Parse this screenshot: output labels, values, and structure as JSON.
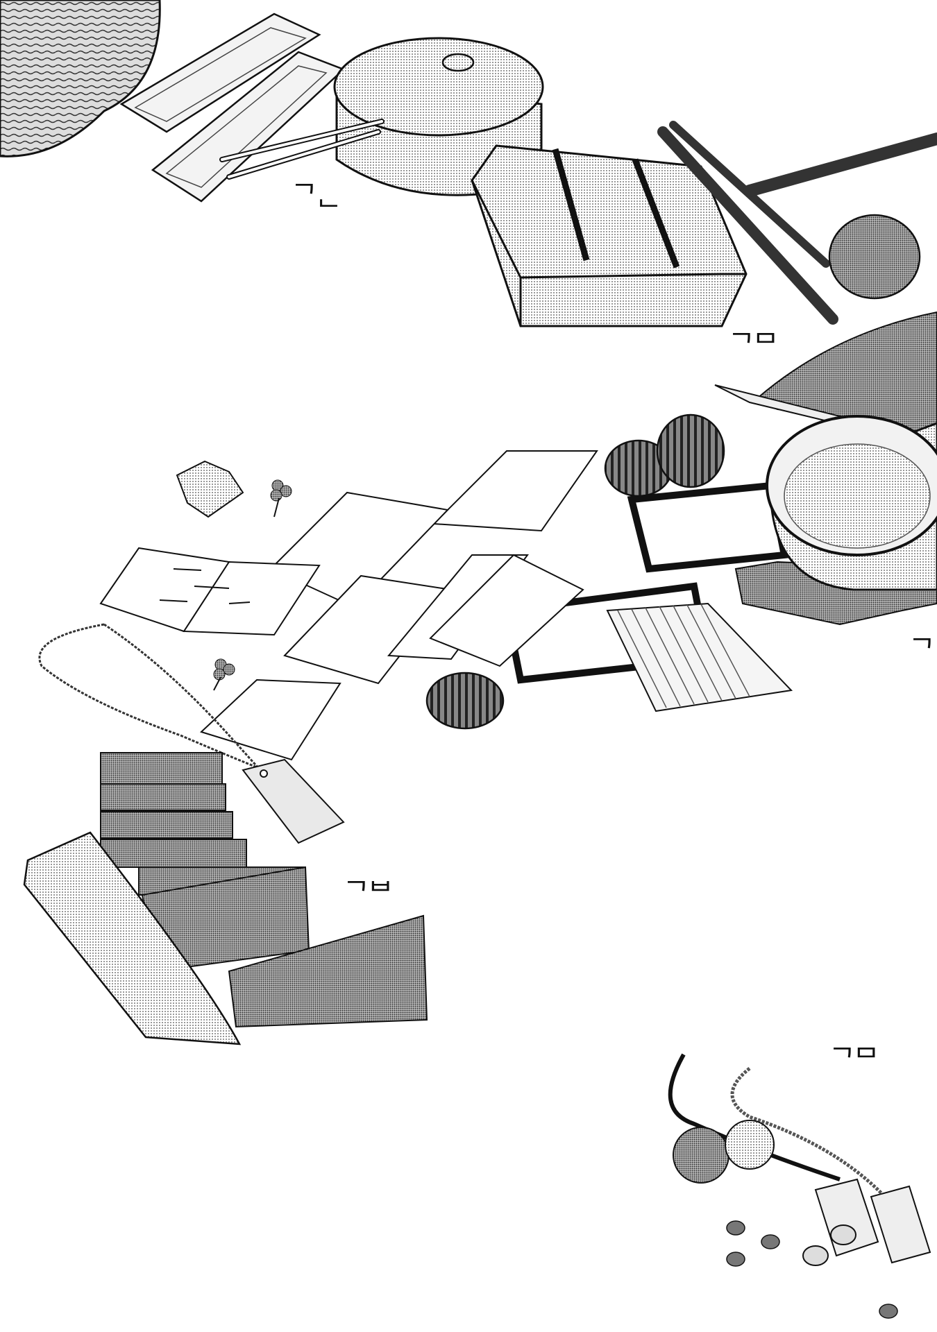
{
  "page": {
    "background": "#ffffff",
    "ink": "#111111",
    "screentone": "#9a9a9a"
  },
  "labels": {
    "group_1": "ᄀᆫ",
    "group_2": "ᄀᄆ",
    "group_3": "ᄀ",
    "group_4": "ᄀᄇ",
    "group_5": "ᄀᄆ"
  },
  "icons": [
    "woven-basket-icon",
    "wooden-tray-icon",
    "lidded-pot-icon",
    "chopsticks-icon",
    "wooden-crate-icon",
    "firewood-sticks-icon",
    "round-pot-icon",
    "knife-icon",
    "cloth-icon",
    "melon-icon",
    "picture-frame-icon",
    "cooking-pan-icon",
    "paper-sheets-icon",
    "origami-icon",
    "clover-icon",
    "open-book-icon",
    "bamboo-mat-icon",
    "necklace-tag-icon",
    "wooden-tablets-icon",
    "scroll-board-icon",
    "dog-tag-icon",
    "flower-brooch-icon",
    "coins-icon",
    "beans-icon"
  ]
}
